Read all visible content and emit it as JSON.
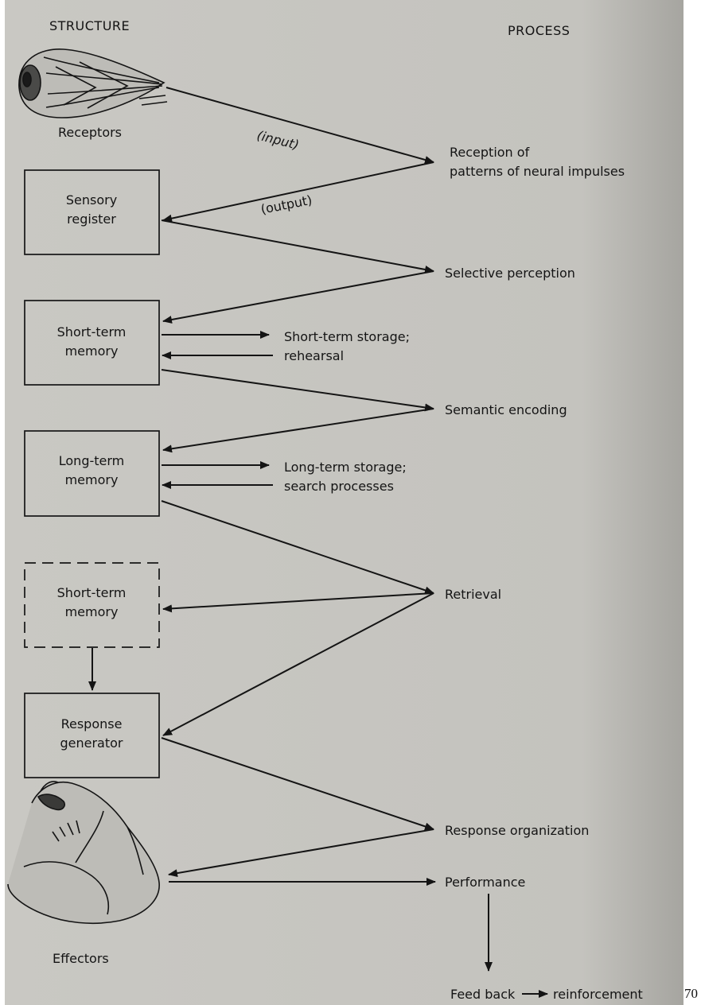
{
  "headers": {
    "structure": "STRUCTURE",
    "process": "PROCESS"
  },
  "structure": {
    "receptors": "Receptors",
    "sensory_register": [
      "Sensory",
      "register"
    ],
    "short_term_memory": [
      "Short-term",
      "memory"
    ],
    "long_term_memory": [
      "Long-term",
      "memory"
    ],
    "short_term_memory_2": [
      "Short-term",
      "memory"
    ],
    "response_generator": [
      "Response",
      "generator"
    ],
    "effectors": "Effectors"
  },
  "edge_labels": {
    "input": "(input)",
    "output": "(output)"
  },
  "process": {
    "reception": [
      "Reception of",
      "patterns of neural impulses"
    ],
    "selective_perception": "Selective perception",
    "short_term_storage": [
      "Short-term storage;",
      "rehearsal"
    ],
    "semantic_encoding": "Semantic encoding",
    "long_term_storage": [
      "Long-term storage;",
      "search processes"
    ],
    "retrieval": "Retrieval",
    "response_organization": "Response organization",
    "performance": "Performance",
    "feed_back": "Feed back",
    "reinforcement": "reinforcement"
  },
  "page_number": "70",
  "colors": {
    "paper": "#c6c5c0",
    "paper_edge": "#a9a8a3",
    "ink": "#141414"
  },
  "icons": {
    "receptors": "eye-icon",
    "effectors": "muscle-arm-icon"
  }
}
